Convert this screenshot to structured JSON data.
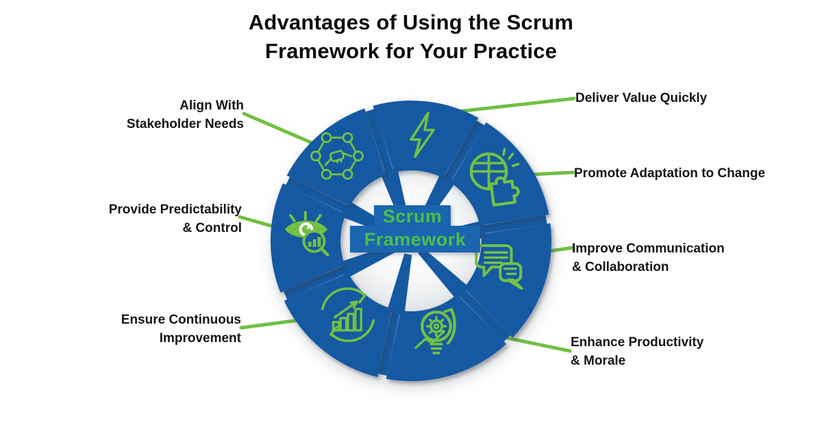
{
  "title": {
    "line1": "Advantages of Using the Scrum",
    "line2": "Framework for Your Practice"
  },
  "center": {
    "line1": "Scrum",
    "line2": "Framework"
  },
  "advantages": [
    {
      "id": "deliver",
      "icon": "lightning-icon",
      "line1": "Deliver Value Quickly",
      "line2": ""
    },
    {
      "id": "promote",
      "icon": "globe-puzzle-icon",
      "line1": "Promote Adaptation to Change",
      "line2": ""
    },
    {
      "id": "improve",
      "icon": "chat-bubbles-icon",
      "line1": "Improve Communication",
      "line2": "& Collaboration"
    },
    {
      "id": "enhance",
      "icon": "idea-gear-icon",
      "line1": "Enhance Productivity",
      "line2": "& Morale"
    },
    {
      "id": "ensure",
      "icon": "growth-chart-cycle-icon",
      "line1": "Ensure Continuous",
      "line2": "Improvement"
    },
    {
      "id": "provide",
      "icon": "eye-analytics-icon",
      "line1": "Provide Predictability",
      "line2": "& Control"
    },
    {
      "id": "align",
      "icon": "network-handshake-icon",
      "line1": "Align With",
      "line2": "Stakeholder Needs"
    }
  ],
  "colors": {
    "wheel_blue": "#1559A2",
    "center_box_blue": "#1B65AE",
    "icon_green": "#72C045",
    "connector_green": "#72BF44",
    "center_text_green": "#4CBD4B",
    "title_text": "#0D0D0D",
    "label_text": "#151515",
    "background": "#FFFFFF"
  }
}
